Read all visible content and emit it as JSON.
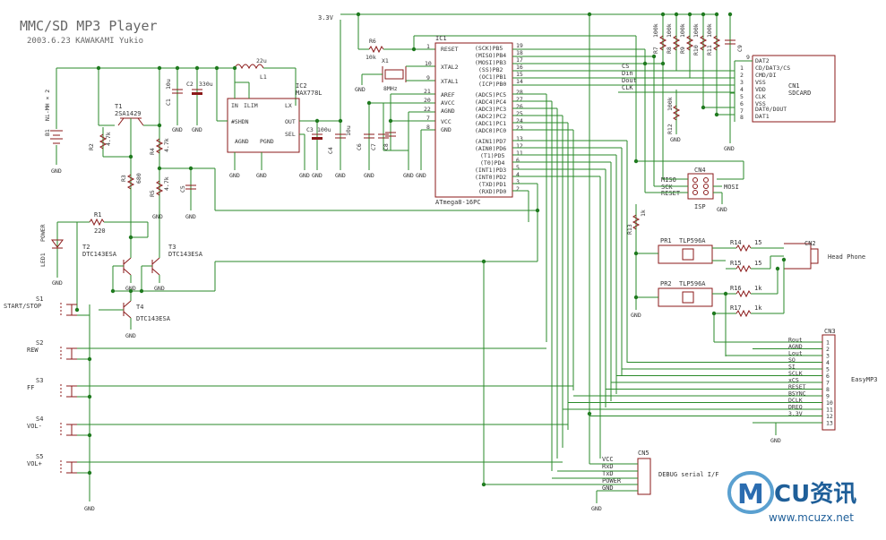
{
  "title": "MMC/SD MP3 Player",
  "subtitle": "2003.6.23  KAWAKAMI Yukio",
  "net_labels": {
    "v33_top": "3.3V",
    "gnd": "GND",
    "cs": "CS",
    "din": "Din",
    "dout": "Dout",
    "clk": "CLK",
    "miso": "MISO",
    "sck": "SCK",
    "reset": "RESET",
    "mosi": "MOSI"
  },
  "components": {
    "b1": {
      "ref": "B1",
      "value": "Ni-MH × 2"
    },
    "t1": {
      "ref": "T1",
      "value": "2SA1429"
    },
    "r2": {
      "ref": "R2",
      "value": "4.7k"
    },
    "r3": {
      "ref": "R3",
      "value": "680"
    },
    "r4": {
      "ref": "R4",
      "value": "4.7k"
    },
    "r5": {
      "ref": "R5",
      "value": "4.7k"
    },
    "c5": {
      "ref": "C5",
      "value": ""
    },
    "c1": {
      "ref": "C1",
      "value": "10u"
    },
    "c2": {
      "ref": "C2",
      "value": "330u"
    },
    "l1": {
      "ref": "L1",
      "value": "22u"
    },
    "ic2": {
      "ref": "IC2",
      "value": "MAX778L"
    },
    "ic2_pins": [
      "IN",
      "ILIM",
      "#SHDN",
      "AGND",
      "PGND",
      "LX",
      "OUT",
      "SEL"
    ],
    "c3": {
      "ref": "C3",
      "value": "100u"
    },
    "c4": {
      "ref": "C4",
      "value": "10u"
    },
    "r6": {
      "ref": "R6",
      "value": "10k"
    },
    "x1": {
      "ref": "X1",
      "value": "8MHz"
    },
    "c6": {
      "ref": "C6",
      "value": ""
    },
    "c7": {
      "ref": "C7",
      "value": ""
    },
    "c8": {
      "ref": "C8",
      "value": ""
    },
    "ic1": {
      "ref": "IC1",
      "value": "ATmega8-16PC"
    },
    "ic1_left": [
      "RESET",
      "XTAL2",
      "XTAL1",
      "AREF",
      "AVCC",
      "AGND",
      "VCC",
      "GND"
    ],
    "ic1_left_nums": [
      "1",
      "10",
      "9",
      "21",
      "20",
      "22",
      "7",
      "8"
    ],
    "ic1_right_b": [
      "(SCK)PB5",
      "(MISO)PB4",
      "(MOSI)PB3",
      "(SS)PB2",
      "(OC1)PB1",
      "(ICP)PB0"
    ],
    "ic1_right_b_nums": [
      "19",
      "18",
      "17",
      "16",
      "15",
      "14"
    ],
    "ic1_right_c": [
      "(ADC5)PC5",
      "(ADC4)PC4",
      "(ADC3)PC3",
      "(ADC2)PC2",
      "(ADC1)PC1",
      "(ADC0)PC0"
    ],
    "ic1_right_c_nums": [
      "28",
      "27",
      "26",
      "25",
      "24",
      "23"
    ],
    "ic1_right_d": [
      "(AIN1)PD7",
      "(AIN0)PD6",
      "(T1)PD5",
      "(T0)PD4",
      "(INT1)PD3",
      "(INT0)PD2",
      "(TXD)PD1",
      "(RXD)PD0"
    ],
    "ic1_right_d_nums": [
      "13",
      "12",
      "11",
      "6",
      "5",
      "4",
      "3",
      "2"
    ],
    "r7": {
      "ref": "R7",
      "value": "100k"
    },
    "r8": {
      "ref": "R8",
      "value": "100k"
    },
    "r9": {
      "ref": "R9",
      "value": "100k"
    },
    "r10": {
      "ref": "R10",
      "value": "100k"
    },
    "r11": {
      "ref": "R11",
      "value": "100k"
    },
    "r12": {
      "ref": "R12",
      "value": "100k"
    },
    "c9": {
      "ref": "C9",
      "value": ""
    },
    "cn1": {
      "ref": "CN1",
      "value": "SDCARD"
    },
    "cn1_pins": [
      "DAT2",
      "CD/DAT3/CS",
      "CMD/DI",
      "VSS",
      "VDD",
      "CLK",
      "VSS",
      "DAT0/DOUT",
      "DAT1"
    ],
    "cn1_nums": [
      "9",
      "1",
      "2",
      "3",
      "4",
      "5",
      "6",
      "7",
      "8"
    ],
    "cn4": {
      "ref": "CN4",
      "value": "ISP"
    },
    "r13": {
      "ref": "R13",
      "value": "1k"
    },
    "pr1": {
      "ref": "PR1",
      "value": "TLP596A"
    },
    "pr2": {
      "ref": "PR2",
      "value": "TLP596A"
    },
    "r14": {
      "ref": "R14",
      "value": "15"
    },
    "r15": {
      "ref": "R15",
      "value": "15"
    },
    "r16": {
      "ref": "R16",
      "value": "1k"
    },
    "r17": {
      "ref": "R17",
      "value": "1k"
    },
    "cn2": {
      "ref": "CN2",
      "value": "Head Phone"
    },
    "cn3": {
      "ref": "CN3",
      "value": "EasyMP3"
    },
    "cn3_pins": [
      "Rout",
      "AGND",
      "Lout",
      "SO",
      "SI",
      "SCLK",
      "xCS",
      "RESET",
      "BSYNC",
      "DCLK",
      "DREQ",
      "3.3V",
      ""
    ],
    "cn5": {
      "ref": "CN5",
      "value": "DEBUG serial I/F"
    },
    "cn5_pins": [
      "VCC",
      "RxD",
      "TxD",
      "POWER",
      "GND"
    ],
    "r1": {
      "ref": "R1",
      "value": "220"
    },
    "led1": {
      "ref": "LED1",
      "value": "POWER"
    },
    "t2": {
      "ref": "T2",
      "value": "DTC143ESA"
    },
    "t3": {
      "ref": "T3",
      "value": "DTC143ESA"
    },
    "t4": {
      "ref": "T4",
      "value": "DTC143ESA"
    },
    "s1": {
      "ref": "S1",
      "value": "START/STOP"
    },
    "s2": {
      "ref": "S2",
      "value": "REW"
    },
    "s3": {
      "ref": "S3",
      "value": "FF"
    },
    "s4": {
      "ref": "S4",
      "value": "VOL-"
    },
    "s5": {
      "ref": "S5",
      "value": "VOL+"
    }
  },
  "watermark": {
    "brand": "CU资讯",
    "url": "www.mcuzx.net"
  }
}
